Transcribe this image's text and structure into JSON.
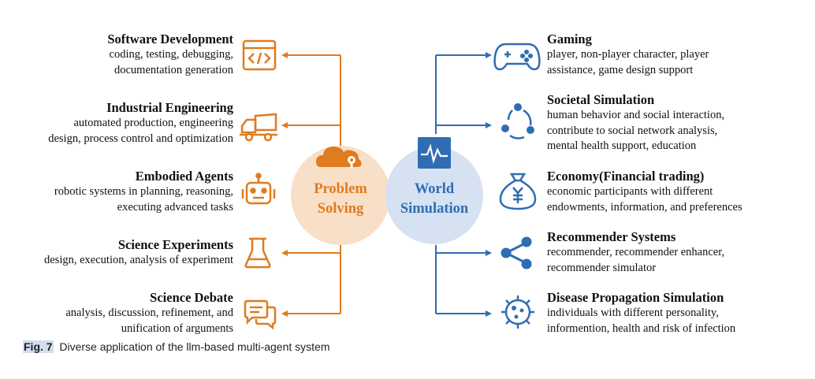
{
  "hubs": {
    "problem": {
      "lines": [
        "Problem",
        "Solving"
      ],
      "color": "#e07b1f"
    },
    "world": {
      "lines": [
        "World",
        "Simulation"
      ],
      "color": "#2f6db3"
    }
  },
  "left_items": [
    {
      "title": "Software Development",
      "desc": [
        "coding, testing, debugging,",
        "documentation generation"
      ],
      "icon": "code-window-icon"
    },
    {
      "title": "Industrial Engineering",
      "desc": [
        "automated production, engineering",
        "design, process control and optimization"
      ],
      "icon": "dump-truck-icon"
    },
    {
      "title": "Embodied Agents",
      "desc": [
        "robotic systems in planning, reasoning,",
        "executing advanced tasks"
      ],
      "icon": "robot-icon"
    },
    {
      "title": "Science Experiments",
      "desc": [
        "design, execution, analysis of experiment"
      ],
      "icon": "flask-icon"
    },
    {
      "title": "Science Debate",
      "desc": [
        "analysis, discussion, refinement, and",
        "unification of arguments"
      ],
      "icon": "chat-bubbles-icon"
    }
  ],
  "right_items": [
    {
      "title": "Gaming",
      "desc": [
        "player, non-player character, player",
        "assistance, game design support"
      ],
      "icon": "gamepad-icon"
    },
    {
      "title": "Societal Simulation",
      "desc": [
        "human behavior and social interaction,",
        "contribute to social network analysis,",
        "mental health support, education"
      ],
      "icon": "network-cycle-icon"
    },
    {
      "title": "Economy(Financial trading)",
      "desc": [
        "economic participants with different",
        "endowments, information, and preferences"
      ],
      "icon": "money-bag-icon"
    },
    {
      "title": "Recommender Systems",
      "desc": [
        "recommender, recommender enhancer,",
        "recommender simulator"
      ],
      "icon": "share-nodes-icon"
    },
    {
      "title": "Disease Propagation Simulation",
      "desc": [
        "individuals with different personality,",
        "informention, health and risk of infection"
      ],
      "icon": "virus-icon"
    }
  ],
  "caption": {
    "label": "Fig. 7",
    "text": "Diverse application of the llm-based multi-agent system"
  },
  "colors": {
    "orange": "#e07b1f",
    "orange_circle": "#f8dcc3",
    "blue": "#2f6db3",
    "blue_circle": "#d6e1f1"
  }
}
